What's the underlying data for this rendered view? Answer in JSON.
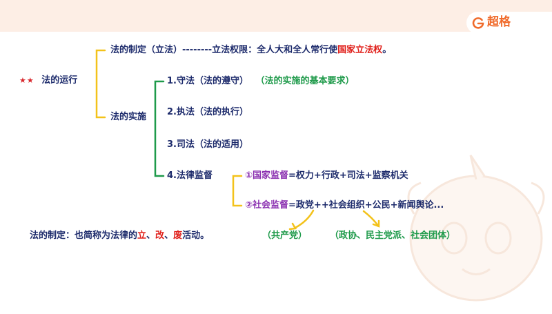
{
  "brand": {
    "name": "超格",
    "logo_icon": "brand-g-icon"
  },
  "colors": {
    "dark": "#1c2a6b",
    "red": "#e0201b",
    "green": "#1e9a4a",
    "purple": "#8a2fb0",
    "yellow": "#f3c21a",
    "accent": "#f06a2a"
  },
  "root": {
    "stars": "★★",
    "label": "法的运行"
  },
  "branch1": {
    "prefix": "法的制定（立法）--------立法权限：全人大和全人常行使",
    "highlight": "国家立法权",
    "suffix": "。"
  },
  "branch2": {
    "label": "法的实施",
    "items": [
      {
        "text": "1.守法（法的遵守）",
        "note": "（法的实施的基本要求）"
      },
      {
        "text": "2.执法（法的执行）"
      },
      {
        "text": "3.司法（法的适用）"
      },
      {
        "text": "4.法律监督"
      }
    ]
  },
  "supervision": {
    "state": {
      "num": "①",
      "label": "国家监督",
      "rest": "=权力+行政+司法+监察机关"
    },
    "social": {
      "num": "②",
      "label": "社会监督",
      "rest": "=政党++社会组织+公民+新闻舆论..."
    },
    "party_note": "（共产党）",
    "org_note": "（政协、民主党派、社会团体）"
  },
  "definition": {
    "prefix": "法的制定：也简称为法律的",
    "w1": "立",
    "sep1": "、",
    "w2": "改",
    "sep2": "、",
    "w3": "废",
    "suffix": "活动。"
  }
}
